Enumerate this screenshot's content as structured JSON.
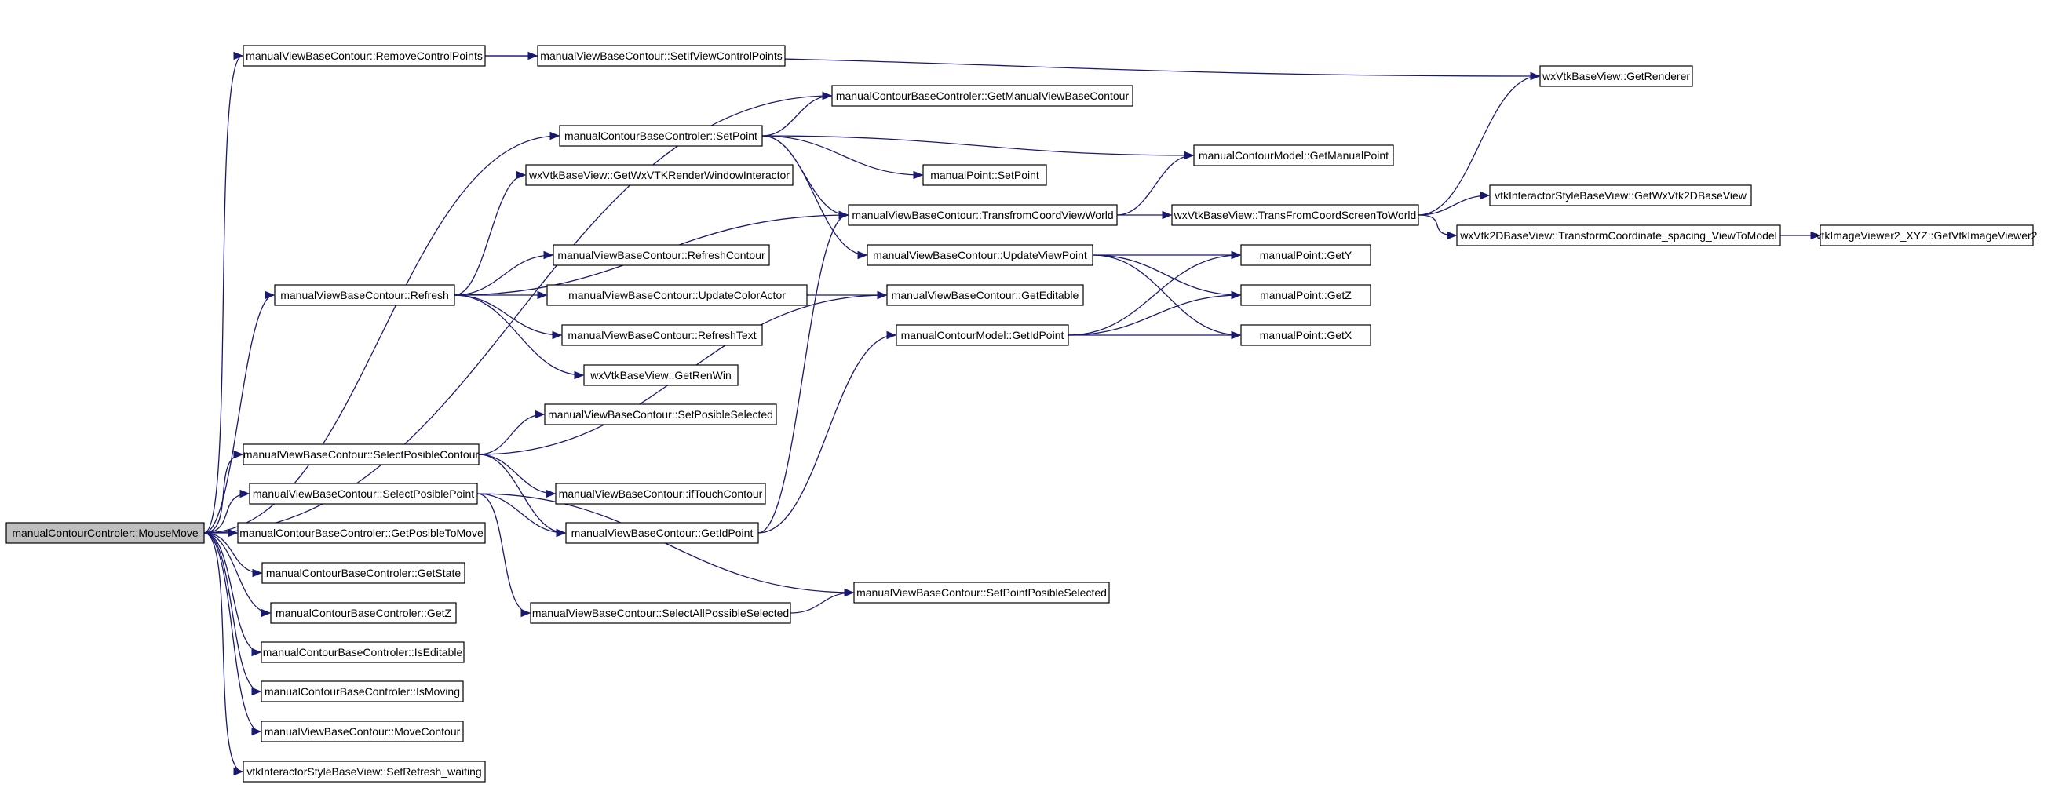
{
  "colors": {
    "edge": "#191970",
    "root_fill": "#bfbfbf",
    "node_fill": "#ffffff",
    "node_border": "#000000"
  },
  "nodes": [
    {
      "id": "n0",
      "label": "manualContourControler::MouseMove"
    },
    {
      "id": "n1",
      "label": "manualViewBaseContour::RemoveControlPoints"
    },
    {
      "id": "n2",
      "label": "manualViewBaseContour::SetIfViewControlPoints"
    },
    {
      "id": "n3",
      "label": "wxVtkBaseView::GetRenderer"
    },
    {
      "id": "n4",
      "label": "manualContourBaseControler::GetManualViewBaseContour"
    },
    {
      "id": "n5",
      "label": "manualContourBaseControler::SetPoint"
    },
    {
      "id": "n6",
      "label": "manualContourModel::GetManualPoint"
    },
    {
      "id": "n7",
      "label": "manualPoint::SetPoint"
    },
    {
      "id": "n8",
      "label": "wxVtkBaseView::GetWxVTKRenderWindowInteractor"
    },
    {
      "id": "n9",
      "label": "manualViewBaseContour::TransfromCoordViewWorld"
    },
    {
      "id": "n10",
      "label": "wxVtkBaseView::TransFromCoordScreenToWorld"
    },
    {
      "id": "n11",
      "label": "vtkInteractorStyleBaseView::GetWxVtk2DBaseView"
    },
    {
      "id": "n12",
      "label": "wxVtk2DBaseView::TransformCoordinate_spacing_ViewToModel"
    },
    {
      "id": "n13",
      "label": "vtkImageViewer2_XYZ::GetVtkImageViewer2"
    },
    {
      "id": "n14",
      "label": "manualViewBaseContour::RefreshContour"
    },
    {
      "id": "n15",
      "label": "manualViewBaseContour::UpdateViewPoint"
    },
    {
      "id": "n16",
      "label": "manualPoint::GetY"
    },
    {
      "id": "n17",
      "label": "manualViewBaseContour::Refresh"
    },
    {
      "id": "n18",
      "label": "manualViewBaseContour::UpdateColorActor"
    },
    {
      "id": "n19",
      "label": "manualViewBaseContour::GetEditable"
    },
    {
      "id": "n20",
      "label": "manualPoint::GetZ"
    },
    {
      "id": "n21",
      "label": "manualViewBaseContour::RefreshText"
    },
    {
      "id": "n22",
      "label": "manualContourModel::GetIdPoint"
    },
    {
      "id": "n23",
      "label": "manualPoint::GetX"
    },
    {
      "id": "n24",
      "label": "wxVtkBaseView::GetRenWin"
    },
    {
      "id": "n25",
      "label": "manualViewBaseContour::SetPosibleSelected"
    },
    {
      "id": "n26",
      "label": "manualViewBaseContour::SelectPosibleContour"
    },
    {
      "id": "n27",
      "label": "manualViewBaseContour::SelectPosiblePoint"
    },
    {
      "id": "n28",
      "label": "manualViewBaseContour::ifTouchContour"
    },
    {
      "id": "n29",
      "label": "manualContourBaseControler::GetPosibleToMove"
    },
    {
      "id": "n30",
      "label": "manualViewBaseContour::GetIdPoint"
    },
    {
      "id": "n31",
      "label": "manualContourBaseControler::GetState"
    },
    {
      "id": "n32",
      "label": "manualViewBaseContour::SetPointPosibleSelected"
    },
    {
      "id": "n33",
      "label": "manualContourBaseControler::GetZ"
    },
    {
      "id": "n34",
      "label": "manualViewBaseContour::SelectAllPossibleSelected"
    },
    {
      "id": "n35",
      "label": "manualContourBaseControler::IsEditable"
    },
    {
      "id": "n36",
      "label": "manualContourBaseControler::IsMoving"
    },
    {
      "id": "n37",
      "label": "manualViewBaseContour::MoveContour"
    },
    {
      "id": "n38",
      "label": "vtkInteractorStyleBaseView::SetRefresh_waiting"
    }
  ],
  "edges": [
    [
      "n0",
      "n1"
    ],
    [
      "n0",
      "n4"
    ],
    [
      "n0",
      "n5"
    ],
    [
      "n0",
      "n17"
    ],
    [
      "n0",
      "n26"
    ],
    [
      "n0",
      "n27"
    ],
    [
      "n0",
      "n29"
    ],
    [
      "n0",
      "n31"
    ],
    [
      "n0",
      "n33"
    ],
    [
      "n0",
      "n35"
    ],
    [
      "n0",
      "n36"
    ],
    [
      "n0",
      "n37"
    ],
    [
      "n0",
      "n38"
    ],
    [
      "n1",
      "n2"
    ],
    [
      "n1",
      "n3"
    ],
    [
      "n5",
      "n4"
    ],
    [
      "n5",
      "n6"
    ],
    [
      "n5",
      "n7"
    ],
    [
      "n5",
      "n9"
    ],
    [
      "n5",
      "n15"
    ],
    [
      "n17",
      "n8"
    ],
    [
      "n17",
      "n9"
    ],
    [
      "n17",
      "n14"
    ],
    [
      "n17",
      "n18"
    ],
    [
      "n17",
      "n21"
    ],
    [
      "n17",
      "n24"
    ],
    [
      "n18",
      "n19"
    ],
    [
      "n9",
      "n10"
    ],
    [
      "n9",
      "n6"
    ],
    [
      "n10",
      "n3"
    ],
    [
      "n10",
      "n11"
    ],
    [
      "n10",
      "n12"
    ],
    [
      "n12",
      "n13"
    ],
    [
      "n15",
      "n16"
    ],
    [
      "n15",
      "n20"
    ],
    [
      "n15",
      "n23"
    ],
    [
      "n22",
      "n16"
    ],
    [
      "n22",
      "n20"
    ],
    [
      "n22",
      "n23"
    ],
    [
      "n26",
      "n25"
    ],
    [
      "n26",
      "n28"
    ],
    [
      "n26",
      "n30"
    ],
    [
      "n26",
      "n19"
    ],
    [
      "n27",
      "n30"
    ],
    [
      "n27",
      "n34"
    ],
    [
      "n27",
      "n32"
    ],
    [
      "n30",
      "n22"
    ],
    [
      "n30",
      "n9"
    ],
    [
      "n34",
      "n32"
    ]
  ]
}
